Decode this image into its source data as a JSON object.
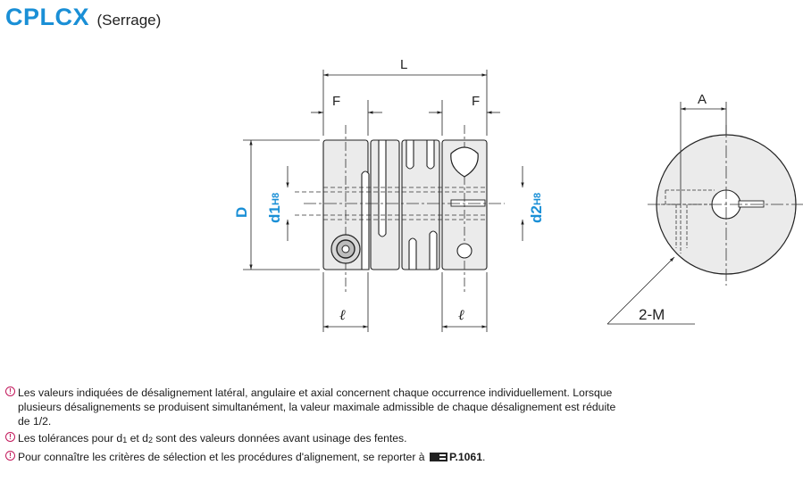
{
  "header": {
    "product_code": "CPLCX",
    "subtitle": "(Serrage)"
  },
  "drawing": {
    "dim_L": "L",
    "dim_F_left": "F",
    "dim_F_right": "F",
    "dim_D": "D",
    "dim_d1": "d1",
    "dim_d1_tol": "H8",
    "dim_d2": "d2",
    "dim_d2_tol": "H8",
    "dim_l_left": "ℓ",
    "dim_l_right": "ℓ",
    "dim_A": "A",
    "screw_label": "2-M"
  },
  "notes": {
    "note1": "Les valeurs indiquées de désalignement latéral, angulaire et axial concernent chaque occurrence individuellement. Lorsque plusieurs désalignements se produisent simultanément, la valeur maximale admissible de chaque désalignement est réduite de 1/2.",
    "note2_a": "Les tolérances pour d",
    "note2_sub1": "1",
    "note2_b": " et d",
    "note2_sub2": "2",
    "note2_c": " sont des valeurs données avant usinage des fentes.",
    "note3_text": "Pour connaître les critères de sélection et les procédures d'alignement, se reporter à",
    "note3_ref": "P.1061",
    "note3_end": "."
  }
}
